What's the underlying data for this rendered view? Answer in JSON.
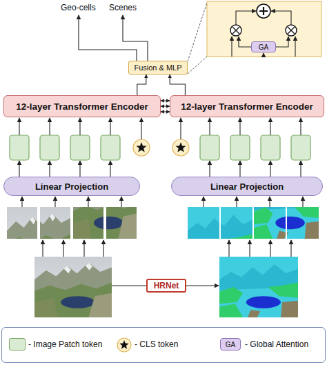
{
  "diagram": {
    "nodes": [
      {
        "text": [
          "GA"
        ]
      },
      {
        "text": [
          "Fusion & MLP"
        ]
      },
      {
        "text": [
          "12-layer Transformer Encoder"
        ]
      },
      {
        "text": [
          "12-layer Transformer Encoder"
        ]
      },
      {
        "text": [
          "Linear Projection"
        ]
      },
      {
        "text": [
          "Linear Projection"
        ]
      },
      {
        "text": [
          "HRNet"
        ]
      }
    ],
    "edges": [
      {
        "from": 2,
        "to": 1,
        "arrow": "to"
      },
      {
        "from": 3,
        "to": 1,
        "arrow": "to"
      },
      {
        "from": 2,
        "to": 3,
        "arrow": "both"
      },
      {
        "from": 2,
        "to": 3,
        "arrow": "both"
      },
      {
        "from": 2,
        "to": 3,
        "arrow": "both"
      }
    ],
    "labels": [
      "Geo-cells",
      "Scenes",
      "GA"
    ],
    "legend": [
      {
        "text": "- Image Patch token",
        "color": "#d9ecd3"
      },
      {
        "text": "- CLS token"
      },
      {
        "text": "- Global Attention",
        "color": "#ddcdf0"
      }
    ]
  }
}
